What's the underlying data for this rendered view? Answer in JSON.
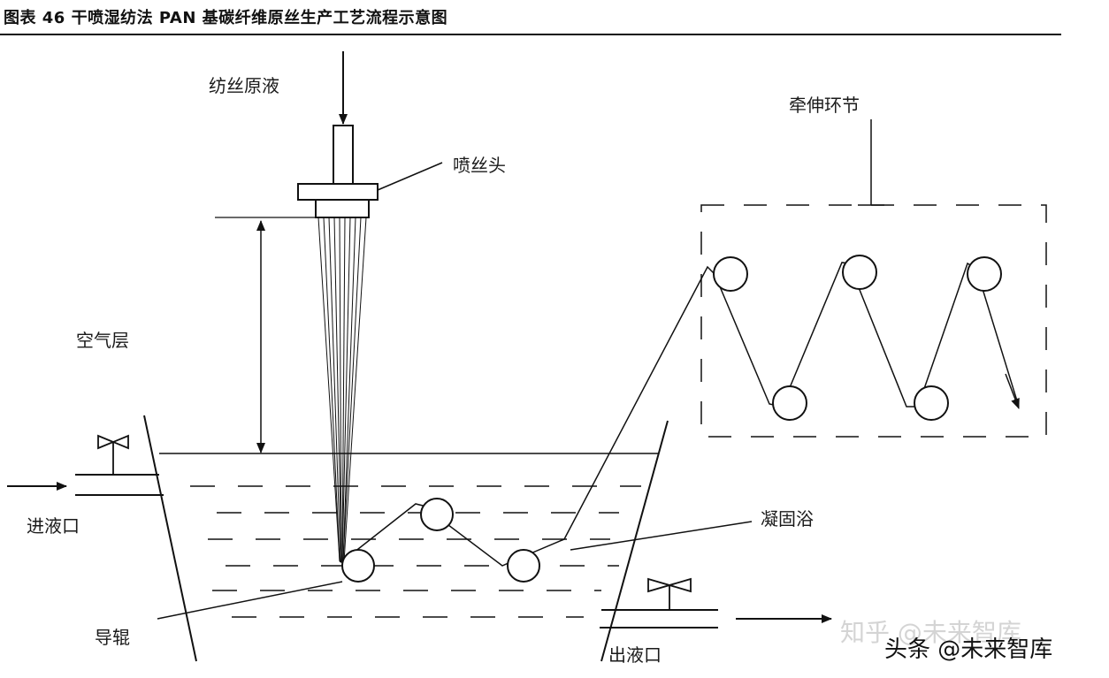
{
  "figure": {
    "title": "图表 46 干喷湿纺法 PAN 基碳纤维原丝生产工艺流程示意图"
  },
  "labels": {
    "spinning_solution": "纺丝原液",
    "spinneret": "喷丝头",
    "air_layer": "空气层",
    "stretching": "牵伸环节",
    "inlet": "进液口",
    "coag_bath": "凝固浴",
    "guide_roller": "导辊",
    "outlet": "出液口"
  },
  "watermark": {
    "zhihu": "知乎 @未来智库",
    "toutiao": "头条 @未来智库"
  }
}
